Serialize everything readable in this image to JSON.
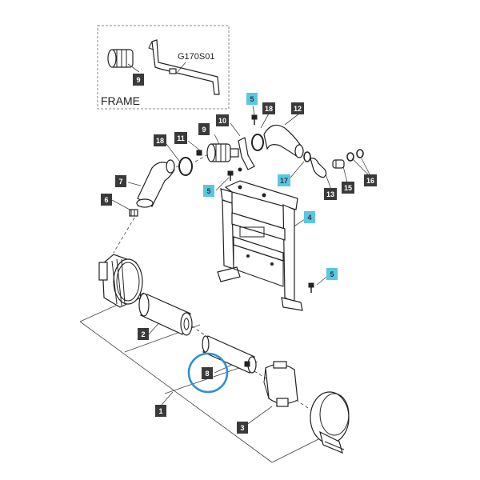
{
  "inset": {
    "frame_label": "FRAME",
    "code": "G170S01"
  },
  "callouts": [
    {
      "id": "c9a",
      "text": "9",
      "style": "dark"
    },
    {
      "id": "c5a",
      "text": "5",
      "style": "cyan"
    },
    {
      "id": "c18a",
      "text": "18",
      "style": "dark"
    },
    {
      "id": "c12",
      "text": "12",
      "style": "dark"
    },
    {
      "id": "c10",
      "text": "10",
      "style": "dark"
    },
    {
      "id": "c9b",
      "text": "9",
      "style": "dark"
    },
    {
      "id": "c11",
      "text": "11",
      "style": "dark"
    },
    {
      "id": "c18b",
      "text": "18",
      "style": "dark"
    },
    {
      "id": "c7",
      "text": "7",
      "style": "dark"
    },
    {
      "id": "c5b",
      "text": "5",
      "style": "cyan"
    },
    {
      "id": "c17",
      "text": "17",
      "style": "cyan"
    },
    {
      "id": "c13",
      "text": "13",
      "style": "dark"
    },
    {
      "id": "c15",
      "text": "15",
      "style": "dark"
    },
    {
      "id": "c16",
      "text": "16",
      "style": "dark"
    },
    {
      "id": "c6",
      "text": "6",
      "style": "dark"
    },
    {
      "id": "c4",
      "text": "4",
      "style": "cyan"
    },
    {
      "id": "c5c",
      "text": "5",
      "style": "cyan"
    },
    {
      "id": "c2",
      "text": "2",
      "style": "dark"
    },
    {
      "id": "c8",
      "text": "8",
      "style": "dark"
    },
    {
      "id": "c1",
      "text": "1",
      "style": "dark"
    },
    {
      "id": "c3",
      "text": "3",
      "style": "dark"
    }
  ],
  "colors": {
    "dark_label": "#3a3a3a",
    "cyan_label": "#5bc6e0",
    "highlight_ring": "#2f8fd6"
  }
}
